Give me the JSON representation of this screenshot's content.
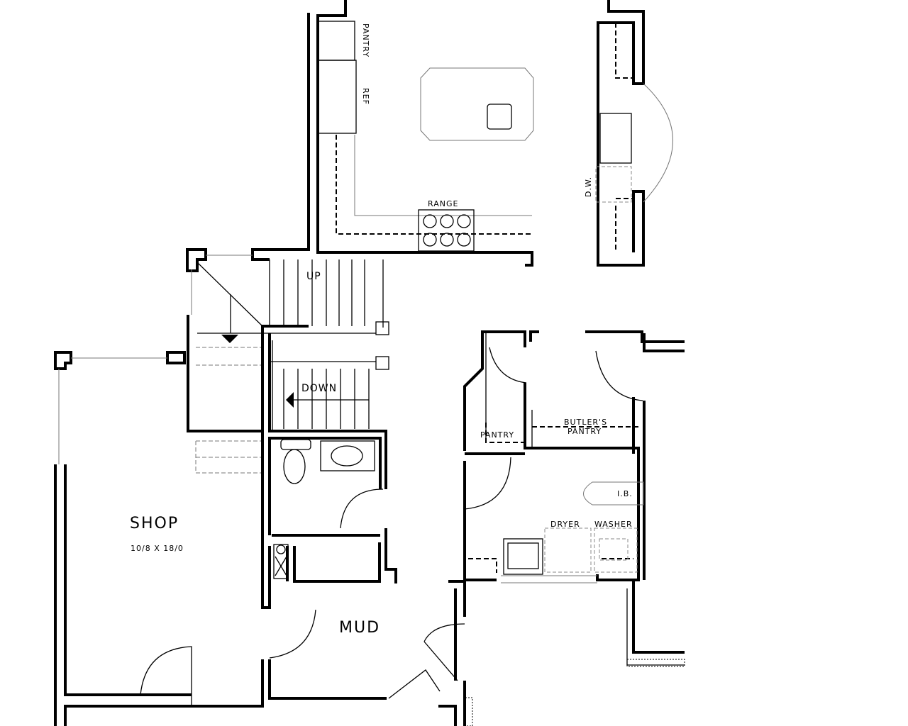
{
  "labels": {
    "pantry_top": "PANTRY",
    "ref": "REF",
    "range": "RANGE",
    "dw": "D.W.",
    "up": "UP",
    "down": "DOWN",
    "pantry": "PANTRY",
    "butlers_pantry_line1": "BUTLER'S",
    "butlers_pantry_line2": "PANTRY",
    "ib": "I.B.",
    "dryer": "DRYER",
    "washer": "WASHER",
    "shop": "SHOP",
    "shop_dims": "10/8 X 18/0",
    "mud": "MUD"
  }
}
